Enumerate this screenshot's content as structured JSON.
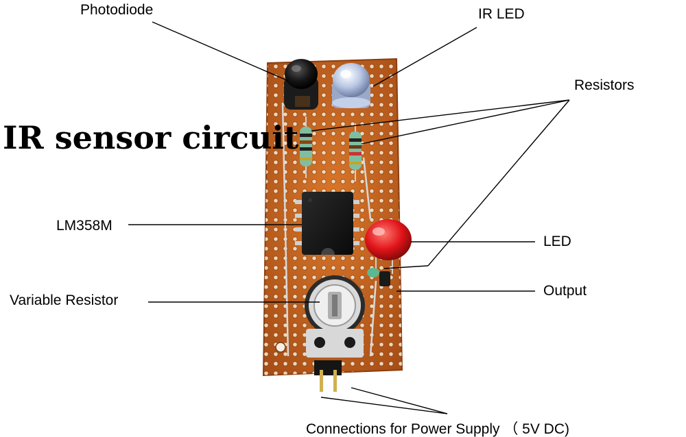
{
  "title": "IR sensor circuit",
  "labels": {
    "photodiode": "Photodiode",
    "ir_led": "IR LED",
    "resistors": "Resistors",
    "lm358m": "LM358M",
    "led": "LED",
    "variable_resistor": "Variable Resistor",
    "output": "Output",
    "power": "Connections for Power Supply （ 5V DC)"
  },
  "colors": {
    "board": "#c8661f",
    "board_dark": "#9a4512",
    "ic": "#1a1a1a",
    "led_red": "#e0141a",
    "ir_led": "#a9b8d6",
    "photodiode": "#111111",
    "resistor_body": "#7fbfa0"
  }
}
